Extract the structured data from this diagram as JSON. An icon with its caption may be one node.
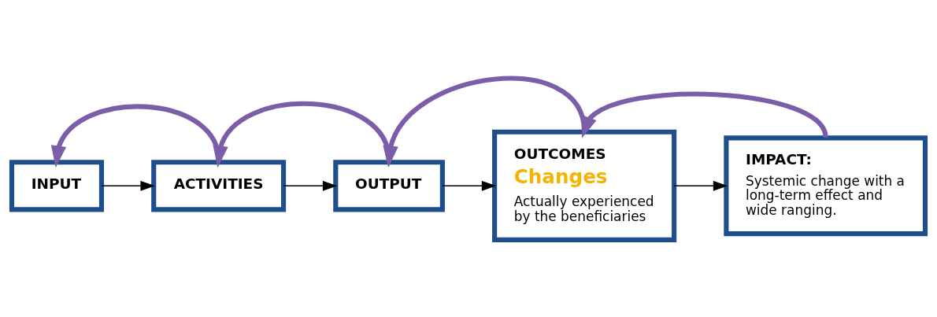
{
  "diagram": {
    "nodes": [
      {
        "text": [
          "INPUT"
        ]
      },
      {
        "text": [
          "ACTIVITIES"
        ]
      },
      {
        "text": [
          "OUTPUT"
        ]
      },
      {
        "text": [
          "OUTCOMES",
          "Changes",
          "Actually experienced by the beneficiaries"
        ]
      },
      {
        "text": [
          "IMPACT:",
          "Systemic change with a long-term effect and wide ranging."
        ]
      }
    ],
    "edges": [
      {
        "from": 0,
        "to": 1,
        "arrow": "to"
      },
      {
        "from": 1,
        "to": 2,
        "arrow": "to"
      },
      {
        "from": 2,
        "to": 3,
        "arrow": "to"
      },
      {
        "from": 3,
        "to": 4,
        "arrow": "to"
      },
      {
        "from": 1,
        "to": 0,
        "arrow": "to",
        "style": "thick",
        "color": "#7b5ea7"
      },
      {
        "from": 2,
        "to": 1,
        "arrow": "to",
        "style": "thick",
        "color": "#7b5ea7"
      },
      {
        "from": 3,
        "to": 2,
        "arrow": "to",
        "style": "thick",
        "color": "#7b5ea7"
      },
      {
        "from": 4,
        "to": 3,
        "arrow": "to",
        "style": "thick",
        "color": "#7b5ea7"
      }
    ]
  }
}
